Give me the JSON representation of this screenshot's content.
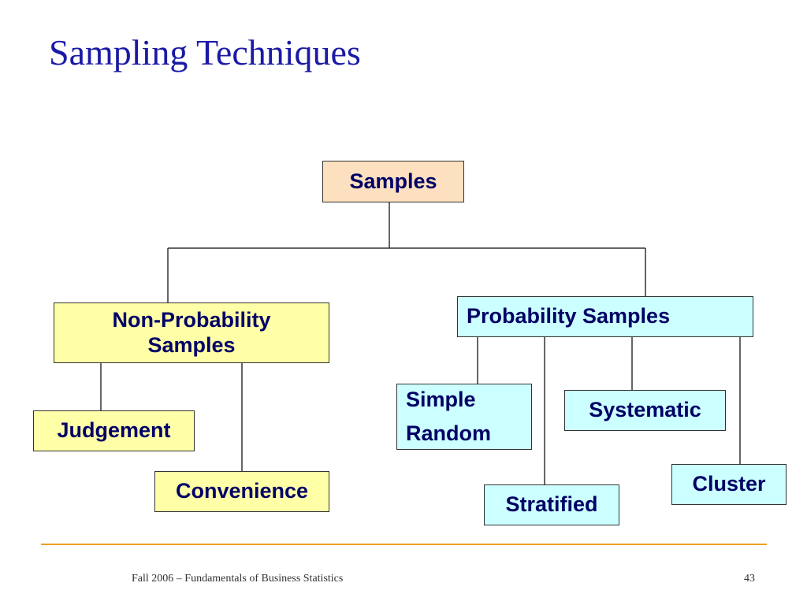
{
  "slide": {
    "title": "Sampling Techniques",
    "footer": "Fall 2006 – Fundamentals of Business Statistics",
    "page_number": "43"
  },
  "tree": {
    "root": "Samples",
    "non_probability": {
      "label_line1": "Non-Probability",
      "label_line2": "Samples",
      "children": [
        "Judgement",
        "Convenience"
      ]
    },
    "probability": {
      "label": "Probability Samples",
      "simple_random_line1": "Simple",
      "simple_random_line2": "Random",
      "children": [
        "Systematic",
        "Stratified",
        "Cluster"
      ]
    }
  },
  "colors": {
    "title": "#1a1aa6",
    "node_text": "#000066",
    "root_fill": "#fde0c0",
    "non_probability_fill": "#ffffa8",
    "probability_fill": "#ccffff",
    "footer_rule": "#f0a020"
  }
}
